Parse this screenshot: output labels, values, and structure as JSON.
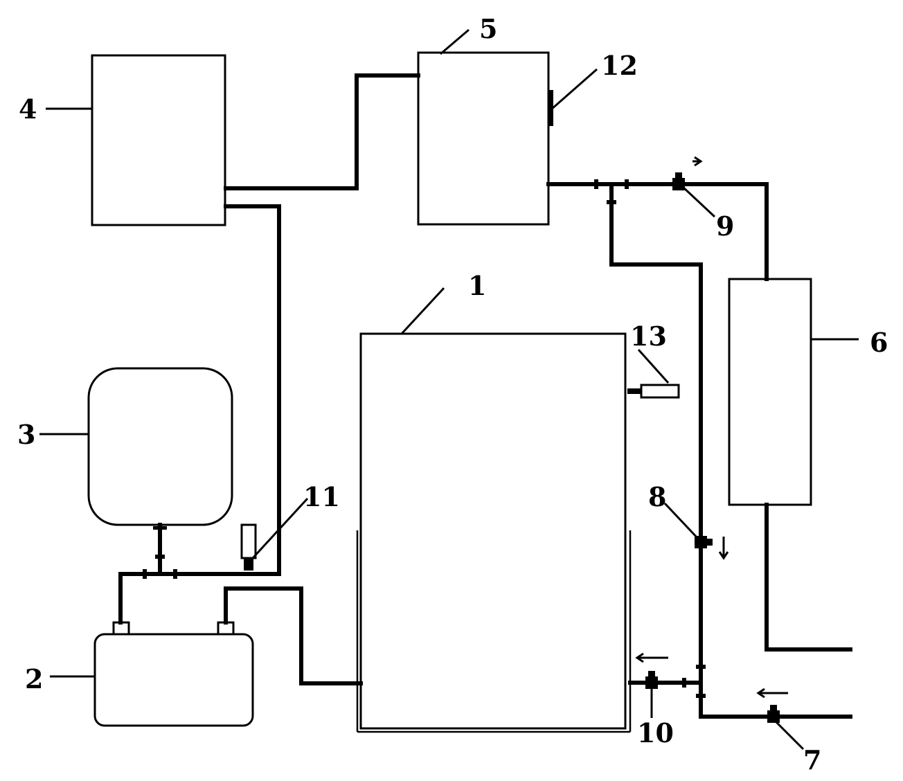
{
  "components": [
    {
      "id": "1",
      "label": "1"
    },
    {
      "id": "2",
      "label": "2"
    },
    {
      "id": "3",
      "label": "3"
    },
    {
      "id": "4",
      "label": "4"
    },
    {
      "id": "5",
      "label": "5"
    },
    {
      "id": "6",
      "label": "6"
    },
    {
      "id": "7",
      "label": "7"
    },
    {
      "id": "8",
      "label": "8"
    },
    {
      "id": "9",
      "label": "9"
    },
    {
      "id": "10",
      "label": "10"
    },
    {
      "id": "11",
      "label": "11"
    },
    {
      "id": "12",
      "label": "12"
    },
    {
      "id": "13",
      "label": "13"
    }
  ],
  "colors": {
    "line": "#000000",
    "background": "#ffffff"
  }
}
